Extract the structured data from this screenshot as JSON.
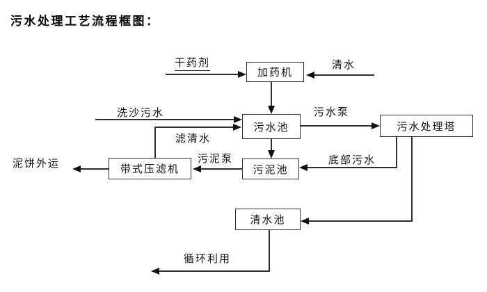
{
  "title": "污水处理工艺流程框图：",
  "nodes": {
    "dosing_machine": "加药机",
    "sewage_pool": "污水池",
    "treatment_tower": "污水处理塔",
    "sludge_pool": "污泥池",
    "belt_filter_press": "带式压滤机",
    "clean_water_pool": "清水池"
  },
  "edge_labels": {
    "dry_agent": "干药剂",
    "clean_water": "清水",
    "sand_wash_sewage": "洗沙污水",
    "filtered_water": "滤清水",
    "sewage_pump": "污水泵",
    "bottom_sewage": "底部污水",
    "sludge_pump": "污泥泵",
    "mud_cake_out": "泥饼外运",
    "recycle_use": "循环利用"
  },
  "colors": {
    "ink": "#111111",
    "line": "#2e2e2e",
    "background": "#ffffff"
  }
}
